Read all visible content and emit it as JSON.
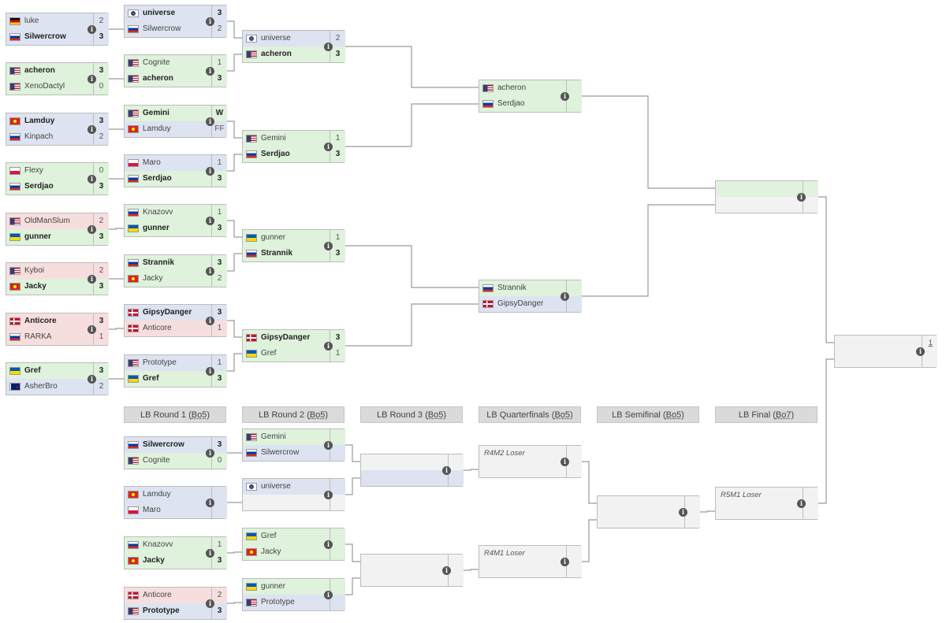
{
  "flags": {
    "de": [
      "#000000",
      "#dd0000",
      "#ffce00"
    ],
    "ru": [
      "#ffffff",
      "#0039a6",
      "#d52b1e"
    ],
    "us": [
      "#b22234",
      "#ffffff",
      "#3c3b6e"
    ],
    "kr": [
      "#ffffff",
      "#cd2e3a",
      "#0047a0"
    ],
    "vn": [
      "#da251d",
      "#ffff00"
    ],
    "pl": [
      "#ffffff",
      "#dc143c"
    ],
    "ua": [
      "#0057b7",
      "#ffd700"
    ],
    "dk": [
      "#c8102e",
      "#ffffff"
    ],
    "nz": [
      "#012169",
      "#ffffff",
      "#c8102e"
    ]
  },
  "info_icon": "info-icon",
  "ub_r1": [
    {
      "p1": {
        "name": "luke",
        "flag": "de",
        "score": "2",
        "state": "neutral",
        "bold": false
      },
      "p2": {
        "name": "Silwercrow",
        "flag": "ru",
        "score": "3",
        "state": "neutral",
        "bold": true
      }
    },
    {
      "p1": {
        "name": "acheron",
        "flag": "us",
        "score": "3",
        "state": "win",
        "bold": true
      },
      "p2": {
        "name": "XenoDactyl",
        "flag": "us",
        "score": "0",
        "state": "win",
        "bold": false
      }
    },
    {
      "p1": {
        "name": "Lamduy",
        "flag": "vn",
        "score": "3",
        "state": "neutral",
        "bold": true
      },
      "p2": {
        "name": "Kinpach",
        "flag": "ru",
        "score": "2",
        "state": "neutral",
        "bold": false
      }
    },
    {
      "p1": {
        "name": "Flexy",
        "flag": "pl",
        "score": "0",
        "state": "win",
        "bold": false
      },
      "p2": {
        "name": "Serdjao",
        "flag": "ru",
        "score": "3",
        "state": "win",
        "bold": true
      }
    },
    {
      "p1": {
        "name": "OldManSlum",
        "flag": "us",
        "score": "2",
        "state": "loss",
        "bold": false
      },
      "p2": {
        "name": "gunner",
        "flag": "ua",
        "score": "3",
        "state": "win",
        "bold": true
      }
    },
    {
      "p1": {
        "name": "Kyboi",
        "flag": "us",
        "score": "2",
        "state": "loss",
        "bold": false
      },
      "p2": {
        "name": "Jacky",
        "flag": "vn",
        "score": "3",
        "state": "win",
        "bold": true
      }
    },
    {
      "p1": {
        "name": "Anticore",
        "flag": "dk",
        "score": "3",
        "state": "loss",
        "bold": true
      },
      "p2": {
        "name": "RARKA",
        "flag": "ru",
        "score": "1",
        "state": "loss",
        "bold": false
      }
    },
    {
      "p1": {
        "name": "Gref",
        "flag": "ua",
        "score": "3",
        "state": "win",
        "bold": true
      },
      "p2": {
        "name": "AsherBro",
        "flag": "nz",
        "score": "2",
        "state": "neutral",
        "bold": false
      }
    }
  ],
  "ub_r2": [
    {
      "p1": {
        "name": "universe",
        "flag": "kr",
        "score": "3",
        "state": "neutral",
        "bold": true
      },
      "p2": {
        "name": "Silwercrow",
        "flag": "ru",
        "score": "2",
        "state": "neutral",
        "bold": false
      }
    },
    {
      "p1": {
        "name": "Cognite",
        "flag": "us",
        "score": "1",
        "state": "win",
        "bold": false
      },
      "p2": {
        "name": "acheron",
        "flag": "us",
        "score": "3",
        "state": "win",
        "bold": true
      }
    },
    {
      "p1": {
        "name": "Gemini",
        "flag": "us",
        "score": "W",
        "state": "win",
        "bold": true
      },
      "p2": {
        "name": "Lamduy",
        "flag": "vn",
        "score": "FF",
        "state": "neutral",
        "bold": false
      }
    },
    {
      "p1": {
        "name": "Maro",
        "flag": "pl",
        "score": "1",
        "state": "neutral",
        "bold": false
      },
      "p2": {
        "name": "Serdjao",
        "flag": "ru",
        "score": "3",
        "state": "win",
        "bold": true
      }
    },
    {
      "p1": {
        "name": "Knazovv",
        "flag": "ru",
        "score": "1",
        "state": "win",
        "bold": false
      },
      "p2": {
        "name": "gunner",
        "flag": "ua",
        "score": "3",
        "state": "win",
        "bold": true
      }
    },
    {
      "p1": {
        "name": "Strannik",
        "flag": "ru",
        "score": "3",
        "state": "win",
        "bold": true
      },
      "p2": {
        "name": "Jacky",
        "flag": "vn",
        "score": "2",
        "state": "win",
        "bold": false
      }
    },
    {
      "p1": {
        "name": "GipsyDanger",
        "flag": "dk",
        "score": "3",
        "state": "neutral",
        "bold": true
      },
      "p2": {
        "name": "Anticore",
        "flag": "dk",
        "score": "1",
        "state": "loss",
        "bold": false
      }
    },
    {
      "p1": {
        "name": "Prototype",
        "flag": "us",
        "score": "1",
        "state": "neutral",
        "bold": false
      },
      "p2": {
        "name": "Gref",
        "flag": "ua",
        "score": "3",
        "state": "win",
        "bold": true
      }
    }
  ],
  "ub_r3": [
    {
      "p1": {
        "name": "universe",
        "flag": "kr",
        "score": "2",
        "state": "neutral",
        "bold": false
      },
      "p2": {
        "name": "acheron",
        "flag": "us",
        "score": "3",
        "state": "win",
        "bold": true
      }
    },
    {
      "p1": {
        "name": "Gemini",
        "flag": "us",
        "score": "1",
        "state": "win",
        "bold": false
      },
      "p2": {
        "name": "Serdjao",
        "flag": "ru",
        "score": "3",
        "state": "win",
        "bold": true
      }
    },
    {
      "p1": {
        "name": "gunner",
        "flag": "ua",
        "score": "1",
        "state": "win",
        "bold": false
      },
      "p2": {
        "name": "Strannik",
        "flag": "ru",
        "score": "3",
        "state": "win",
        "bold": true
      }
    },
    {
      "p1": {
        "name": "GipsyDanger",
        "flag": "dk",
        "score": "3",
        "state": "win",
        "bold": true
      },
      "p2": {
        "name": "Gref",
        "flag": "ua",
        "score": "1",
        "state": "win",
        "bold": false
      }
    }
  ],
  "ub_sf": [
    {
      "p1": {
        "name": "acheron",
        "flag": "us",
        "score": "",
        "state": "win",
        "bold": false
      },
      "p2": {
        "name": "Serdjao",
        "flag": "ru",
        "score": "",
        "state": "win",
        "bold": false
      }
    },
    {
      "p1": {
        "name": "Strannik",
        "flag": "ru",
        "score": "",
        "state": "win",
        "bold": false
      },
      "p2": {
        "name": "GipsyDanger",
        "flag": "dk",
        "score": "",
        "state": "neutral",
        "bold": false
      }
    }
  ],
  "ub_final": {
    "p1": {
      "name": "",
      "flag": "",
      "score": "",
      "state": "tbd-top",
      "bold": false
    },
    "p2": {
      "name": "",
      "flag": "",
      "score": "",
      "state": "empty",
      "bold": false
    }
  },
  "grand_final": {
    "p1": {
      "name": "",
      "flag": "",
      "score": "",
      "state": "empty",
      "bold": false
    },
    "p2": {
      "name": "",
      "flag": "",
      "score": "",
      "state": "empty",
      "bold": false
    },
    "game_count": "1"
  },
  "lb_headers": [
    {
      "prefix": "LB Round 1 (",
      "format": "Bo5",
      "suffix": ")"
    },
    {
      "prefix": "LB Round 2 (",
      "format": "Bo5",
      "suffix": ")"
    },
    {
      "prefix": "LB Round 3 (",
      "format": "Bo5",
      "suffix": ")"
    },
    {
      "prefix": "LB Quarterfinals (",
      "format": "Bo5",
      "suffix": ")"
    },
    {
      "prefix": "LB Semifinal (",
      "format": "Bo5",
      "suffix": ")"
    },
    {
      "prefix": "LB Final (",
      "format": "Bo7",
      "suffix": ")"
    }
  ],
  "lb_r1": [
    {
      "p1": {
        "name": "Silwercrow",
        "flag": "ru",
        "score": "3",
        "state": "neutral",
        "bold": true
      },
      "p2": {
        "name": "Cognite",
        "flag": "us",
        "score": "0",
        "state": "win",
        "bold": false
      }
    },
    {
      "p1": {
        "name": "Lamduy",
        "flag": "vn",
        "score": "",
        "state": "neutral",
        "bold": false
      },
      "p2": {
        "name": "Maro",
        "flag": "pl",
        "score": "",
        "state": "neutral",
        "bold": false
      }
    },
    {
      "p1": {
        "name": "Knazovv",
        "flag": "ru",
        "score": "1",
        "state": "win",
        "bold": false
      },
      "p2": {
        "name": "Jacky",
        "flag": "vn",
        "score": "3",
        "state": "win",
        "bold": true
      }
    },
    {
      "p1": {
        "name": "Anticore",
        "flag": "dk",
        "score": "2",
        "state": "loss",
        "bold": false
      },
      "p2": {
        "name": "Prototype",
        "flag": "us",
        "score": "3",
        "state": "neutral",
        "bold": true
      }
    }
  ],
  "lb_r2": [
    {
      "p1": {
        "name": "Gemini",
        "flag": "us",
        "score": "",
        "state": "win",
        "bold": false
      },
      "p2": {
        "name": "Silwercrow",
        "flag": "ru",
        "score": "",
        "state": "neutral",
        "bold": false
      }
    },
    {
      "p1": {
        "name": "universe",
        "flag": "kr",
        "score": "",
        "state": "neutral",
        "bold": false
      },
      "p2": {
        "name": "",
        "flag": "",
        "score": "",
        "state": "empty",
        "bold": false
      }
    },
    {
      "p1": {
        "name": "Gref",
        "flag": "ua",
        "score": "",
        "state": "win",
        "bold": false
      },
      "p2": {
        "name": "Jacky",
        "flag": "vn",
        "score": "",
        "state": "win",
        "bold": false
      }
    },
    {
      "p1": {
        "name": "gunner",
        "flag": "ua",
        "score": "",
        "state": "win",
        "bold": false
      },
      "p2": {
        "name": "Prototype",
        "flag": "us",
        "score": "",
        "state": "neutral",
        "bold": false
      }
    }
  ],
  "lb_r3": [
    {
      "p1": {
        "name": "",
        "flag": "",
        "score": "",
        "state": "empty",
        "bold": false
      },
      "p2": {
        "name": "",
        "flag": "",
        "score": "",
        "state": "neutral",
        "bold": false
      }
    },
    {
      "p1": {
        "name": "",
        "flag": "",
        "score": "",
        "state": "empty",
        "bold": false
      },
      "p2": {
        "name": "",
        "flag": "",
        "score": "",
        "state": "empty",
        "bold": false
      }
    }
  ],
  "lb_qf": [
    {
      "p1": {
        "name": "R4M2 Loser",
        "flag": "",
        "score": "",
        "state": "empty",
        "bold": false,
        "tbd": true
      },
      "p2": {
        "name": "",
        "flag": "",
        "score": "",
        "state": "empty",
        "bold": false
      }
    },
    {
      "p1": {
        "name": "R4M1 Loser",
        "flag": "",
        "score": "",
        "state": "empty",
        "bold": false,
        "tbd": true
      },
      "p2": {
        "name": "",
        "flag": "",
        "score": "",
        "state": "empty",
        "bold": false
      }
    }
  ],
  "lb_sf": {
    "p1": {
      "name": "",
      "flag": "",
      "score": "",
      "state": "empty",
      "bold": false
    },
    "p2": {
      "name": "",
      "flag": "",
      "score": "",
      "state": "empty",
      "bold": false
    }
  },
  "lb_final": {
    "p1": {
      "name": "R5M1 Loser",
      "flag": "",
      "score": "",
      "state": "empty",
      "bold": false,
      "tbd": true
    },
    "p2": {
      "name": "",
      "flag": "",
      "score": "",
      "state": "empty",
      "bold": false
    }
  }
}
